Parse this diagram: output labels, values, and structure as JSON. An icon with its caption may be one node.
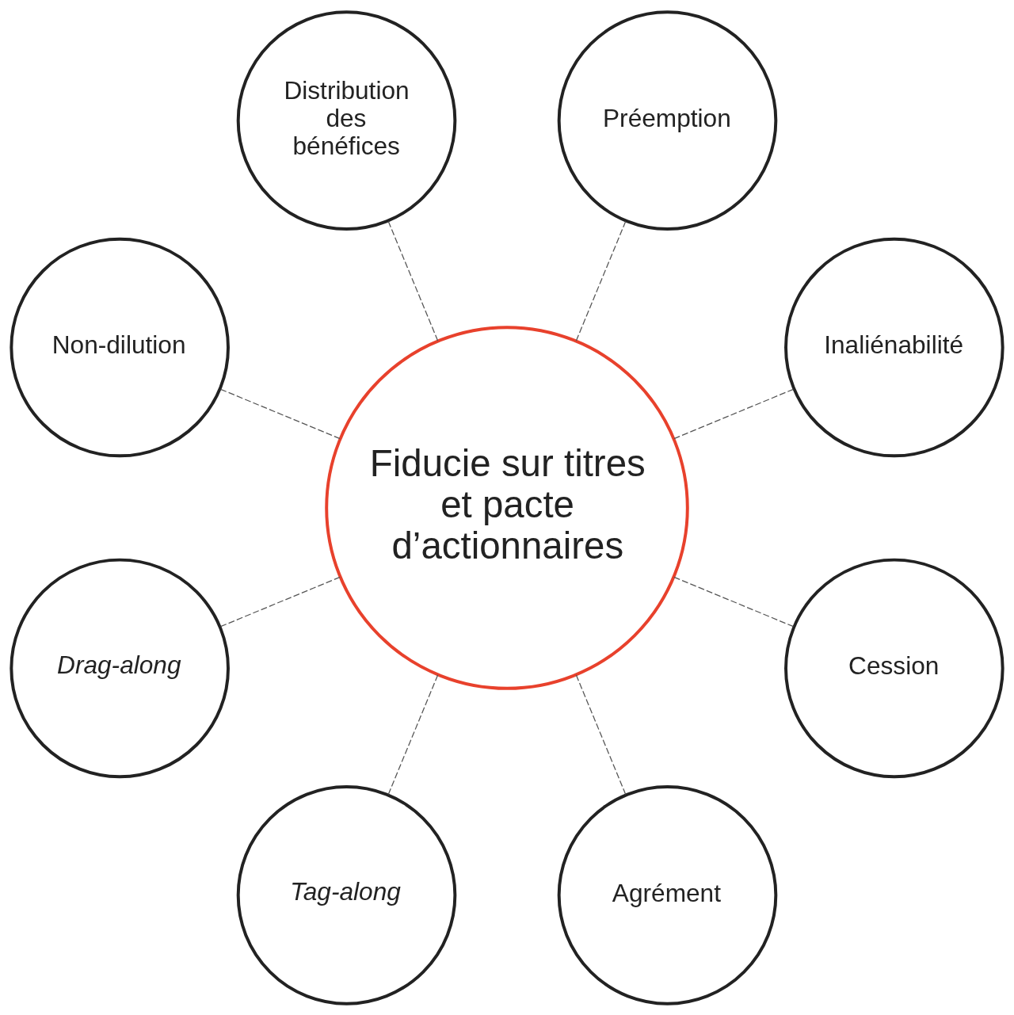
{
  "diagram": {
    "nodes": [
      {
        "text": [
          "Fiducie sur titres et pacte d’actionnaires"
        ]
      },
      {
        "text": [
          "Inaliénabilité"
        ]
      },
      {
        "text": [
          "Préemption"
        ]
      },
      {
        "text": [
          "Distribution des bénéfices"
        ]
      },
      {
        "text": [
          "Non-dilution"
        ]
      },
      {
        "text": [
          "Drag-along"
        ]
      },
      {
        "text": [
          "Tag-along"
        ]
      },
      {
        "text": [
          "Agrément"
        ]
      },
      {
        "text": [
          "Cession"
        ]
      }
    ],
    "edges": [
      {
        "from": 0,
        "to": 1,
        "arrow": "none",
        "style": "dashed"
      },
      {
        "from": 0,
        "to": 2,
        "arrow": "none",
        "style": "dashed"
      },
      {
        "from": 0,
        "to": 3,
        "arrow": "none",
        "style": "dashed"
      },
      {
        "from": 0,
        "to": 4,
        "arrow": "none",
        "style": "dashed"
      },
      {
        "from": 0,
        "to": 5,
        "arrow": "none",
        "style": "dashed"
      },
      {
        "from": 0,
        "to": 6,
        "arrow": "none",
        "style": "dashed"
      },
      {
        "from": 0,
        "to": 7,
        "arrow": "none",
        "style": "dashed"
      },
      {
        "from": 0,
        "to": 8,
        "arrow": "none",
        "style": "dashed"
      }
    ]
  }
}
